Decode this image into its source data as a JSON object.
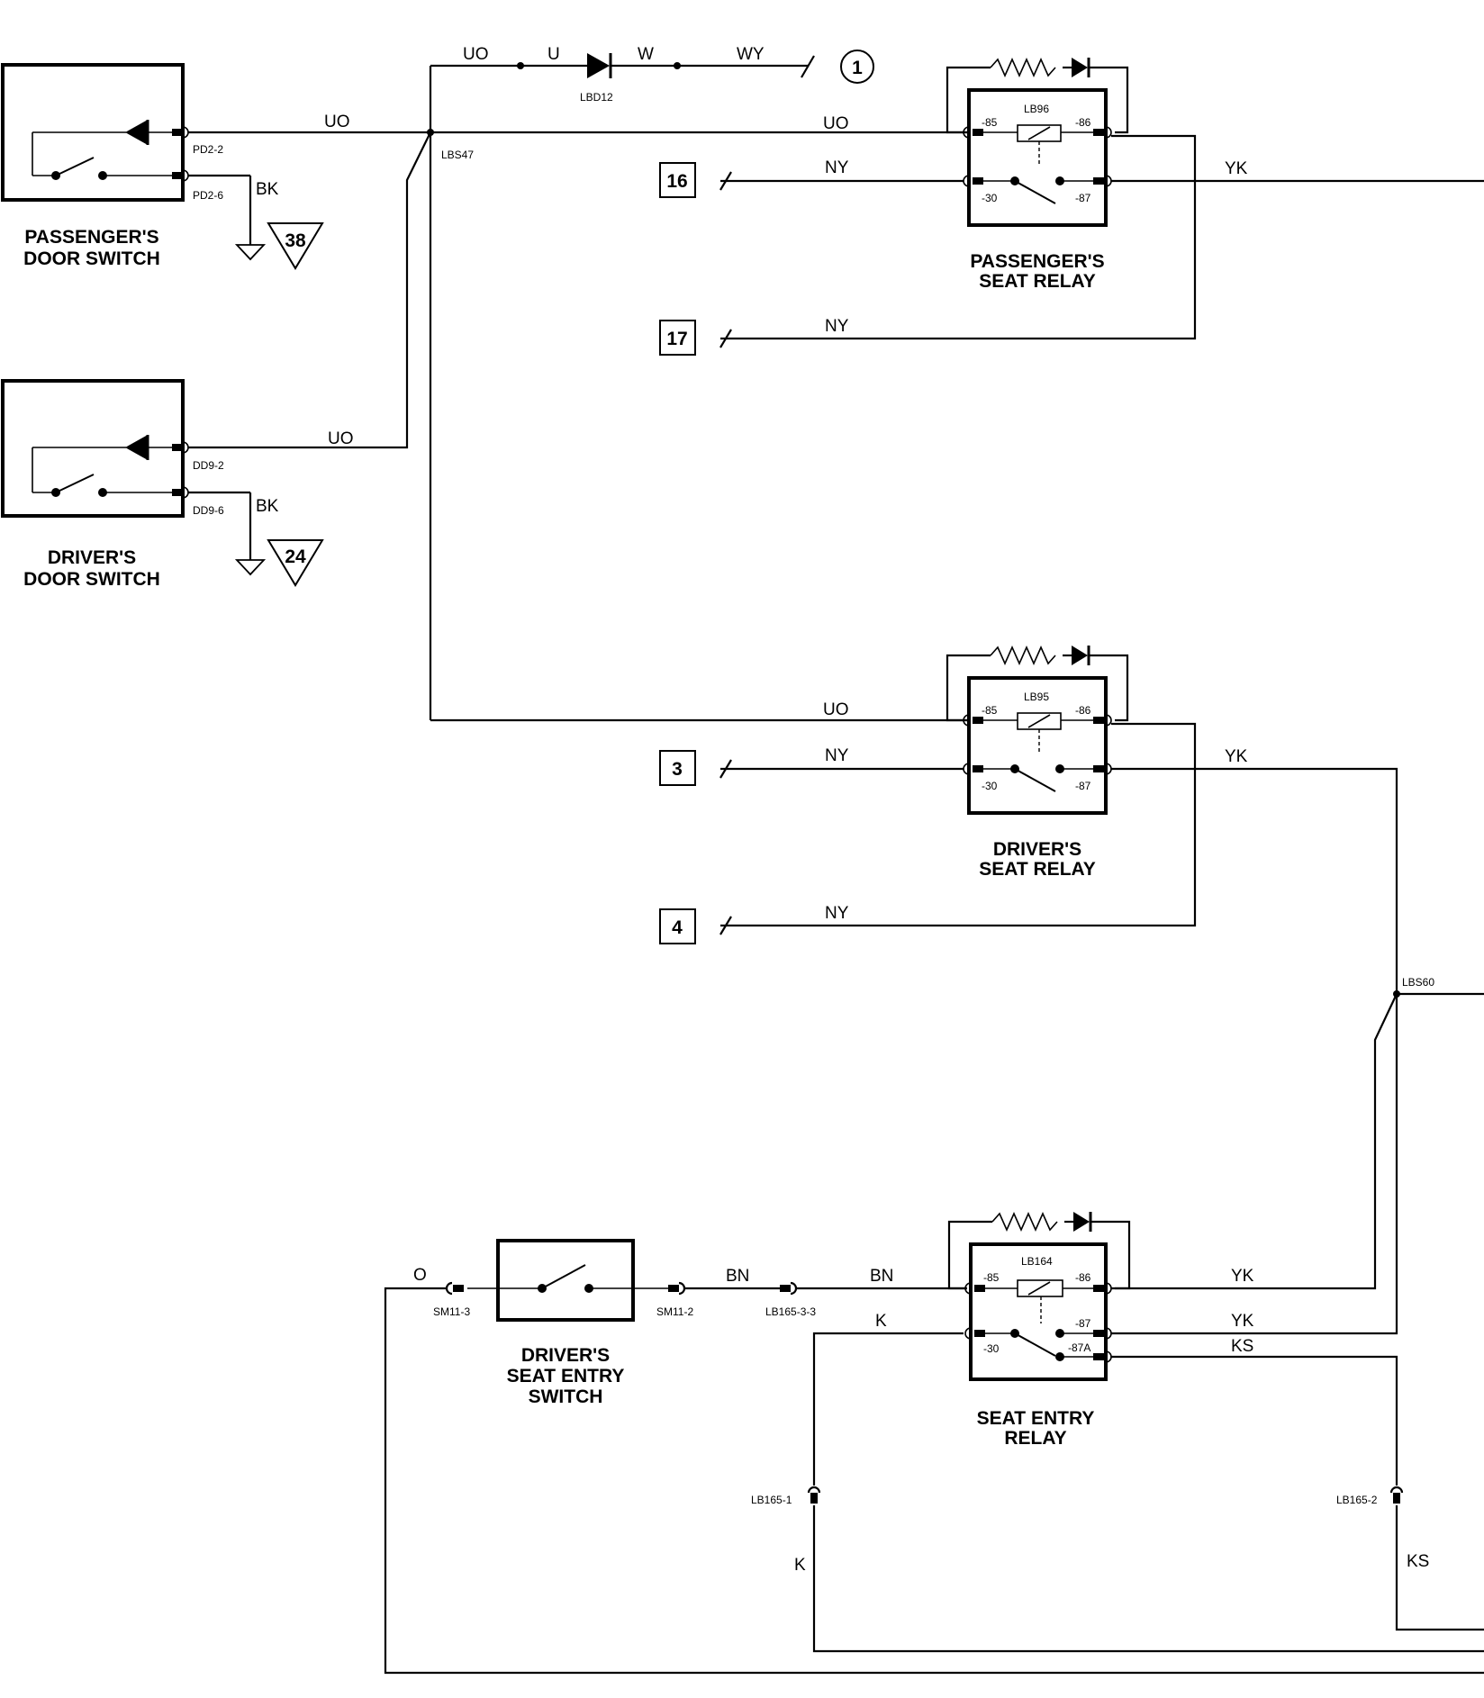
{
  "components": {
    "passenger_door_switch": {
      "title_1": "PASSENGER'S",
      "title_2": "DOOR SWITCH",
      "pin_top": "PD2-2",
      "pin_bottom": "PD2-6"
    },
    "driver_door_switch": {
      "title_1": "DRIVER'S",
      "title_2": "DOOR SWITCH",
      "pin_top": "DD9-2",
      "pin_bottom": "DD9-6"
    },
    "passenger_seat_relay": {
      "title_1": "PASSENGER'S",
      "title_2": "SEAT RELAY",
      "id": "LB96",
      "pin_85": "-85",
      "pin_86": "-86",
      "pin_30": "-30",
      "pin_87": "-87"
    },
    "driver_seat_relay": {
      "title_1": "DRIVER'S",
      "title_2": "SEAT RELAY",
      "id": "LB95",
      "pin_85": "-85",
      "pin_86": "-86",
      "pin_30": "-30",
      "pin_87": "-87"
    },
    "seat_entry_relay": {
      "title_1": "SEAT ENTRY",
      "title_2": "RELAY",
      "id": "LB164",
      "pin_85": "-85",
      "pin_86": "-86",
      "pin_30": "-30",
      "pin_87": "-87",
      "pin_87a": "-87A"
    },
    "driver_seat_entry_switch": {
      "title_1": "DRIVER'S",
      "title_2": "SEAT ENTRY",
      "title_3": "SWITCH"
    },
    "diode": {
      "id": "LBD12"
    }
  },
  "wires": {
    "uo": "UO",
    "u": "U",
    "w": "W",
    "wy": "WY",
    "bk": "BK",
    "ny": "NY",
    "yk": "YK",
    "o": "O",
    "bn": "BN",
    "k": "K",
    "ks": "KS"
  },
  "connectors": {
    "sm11_3": "SM11-3",
    "sm11_2": "SM11-2",
    "lb165_3_3": "LB165-3-3",
    "lb165_1": "LB165-1",
    "lb165_2": "LB165-2"
  },
  "splices": {
    "lbs47": "LBS47",
    "lbs60": "LBS60"
  },
  "references": {
    "circle_1": "1",
    "ground_38": "38",
    "ground_24": "24",
    "box_16": "16",
    "box_17": "17",
    "box_3": "3",
    "box_4": "4"
  }
}
